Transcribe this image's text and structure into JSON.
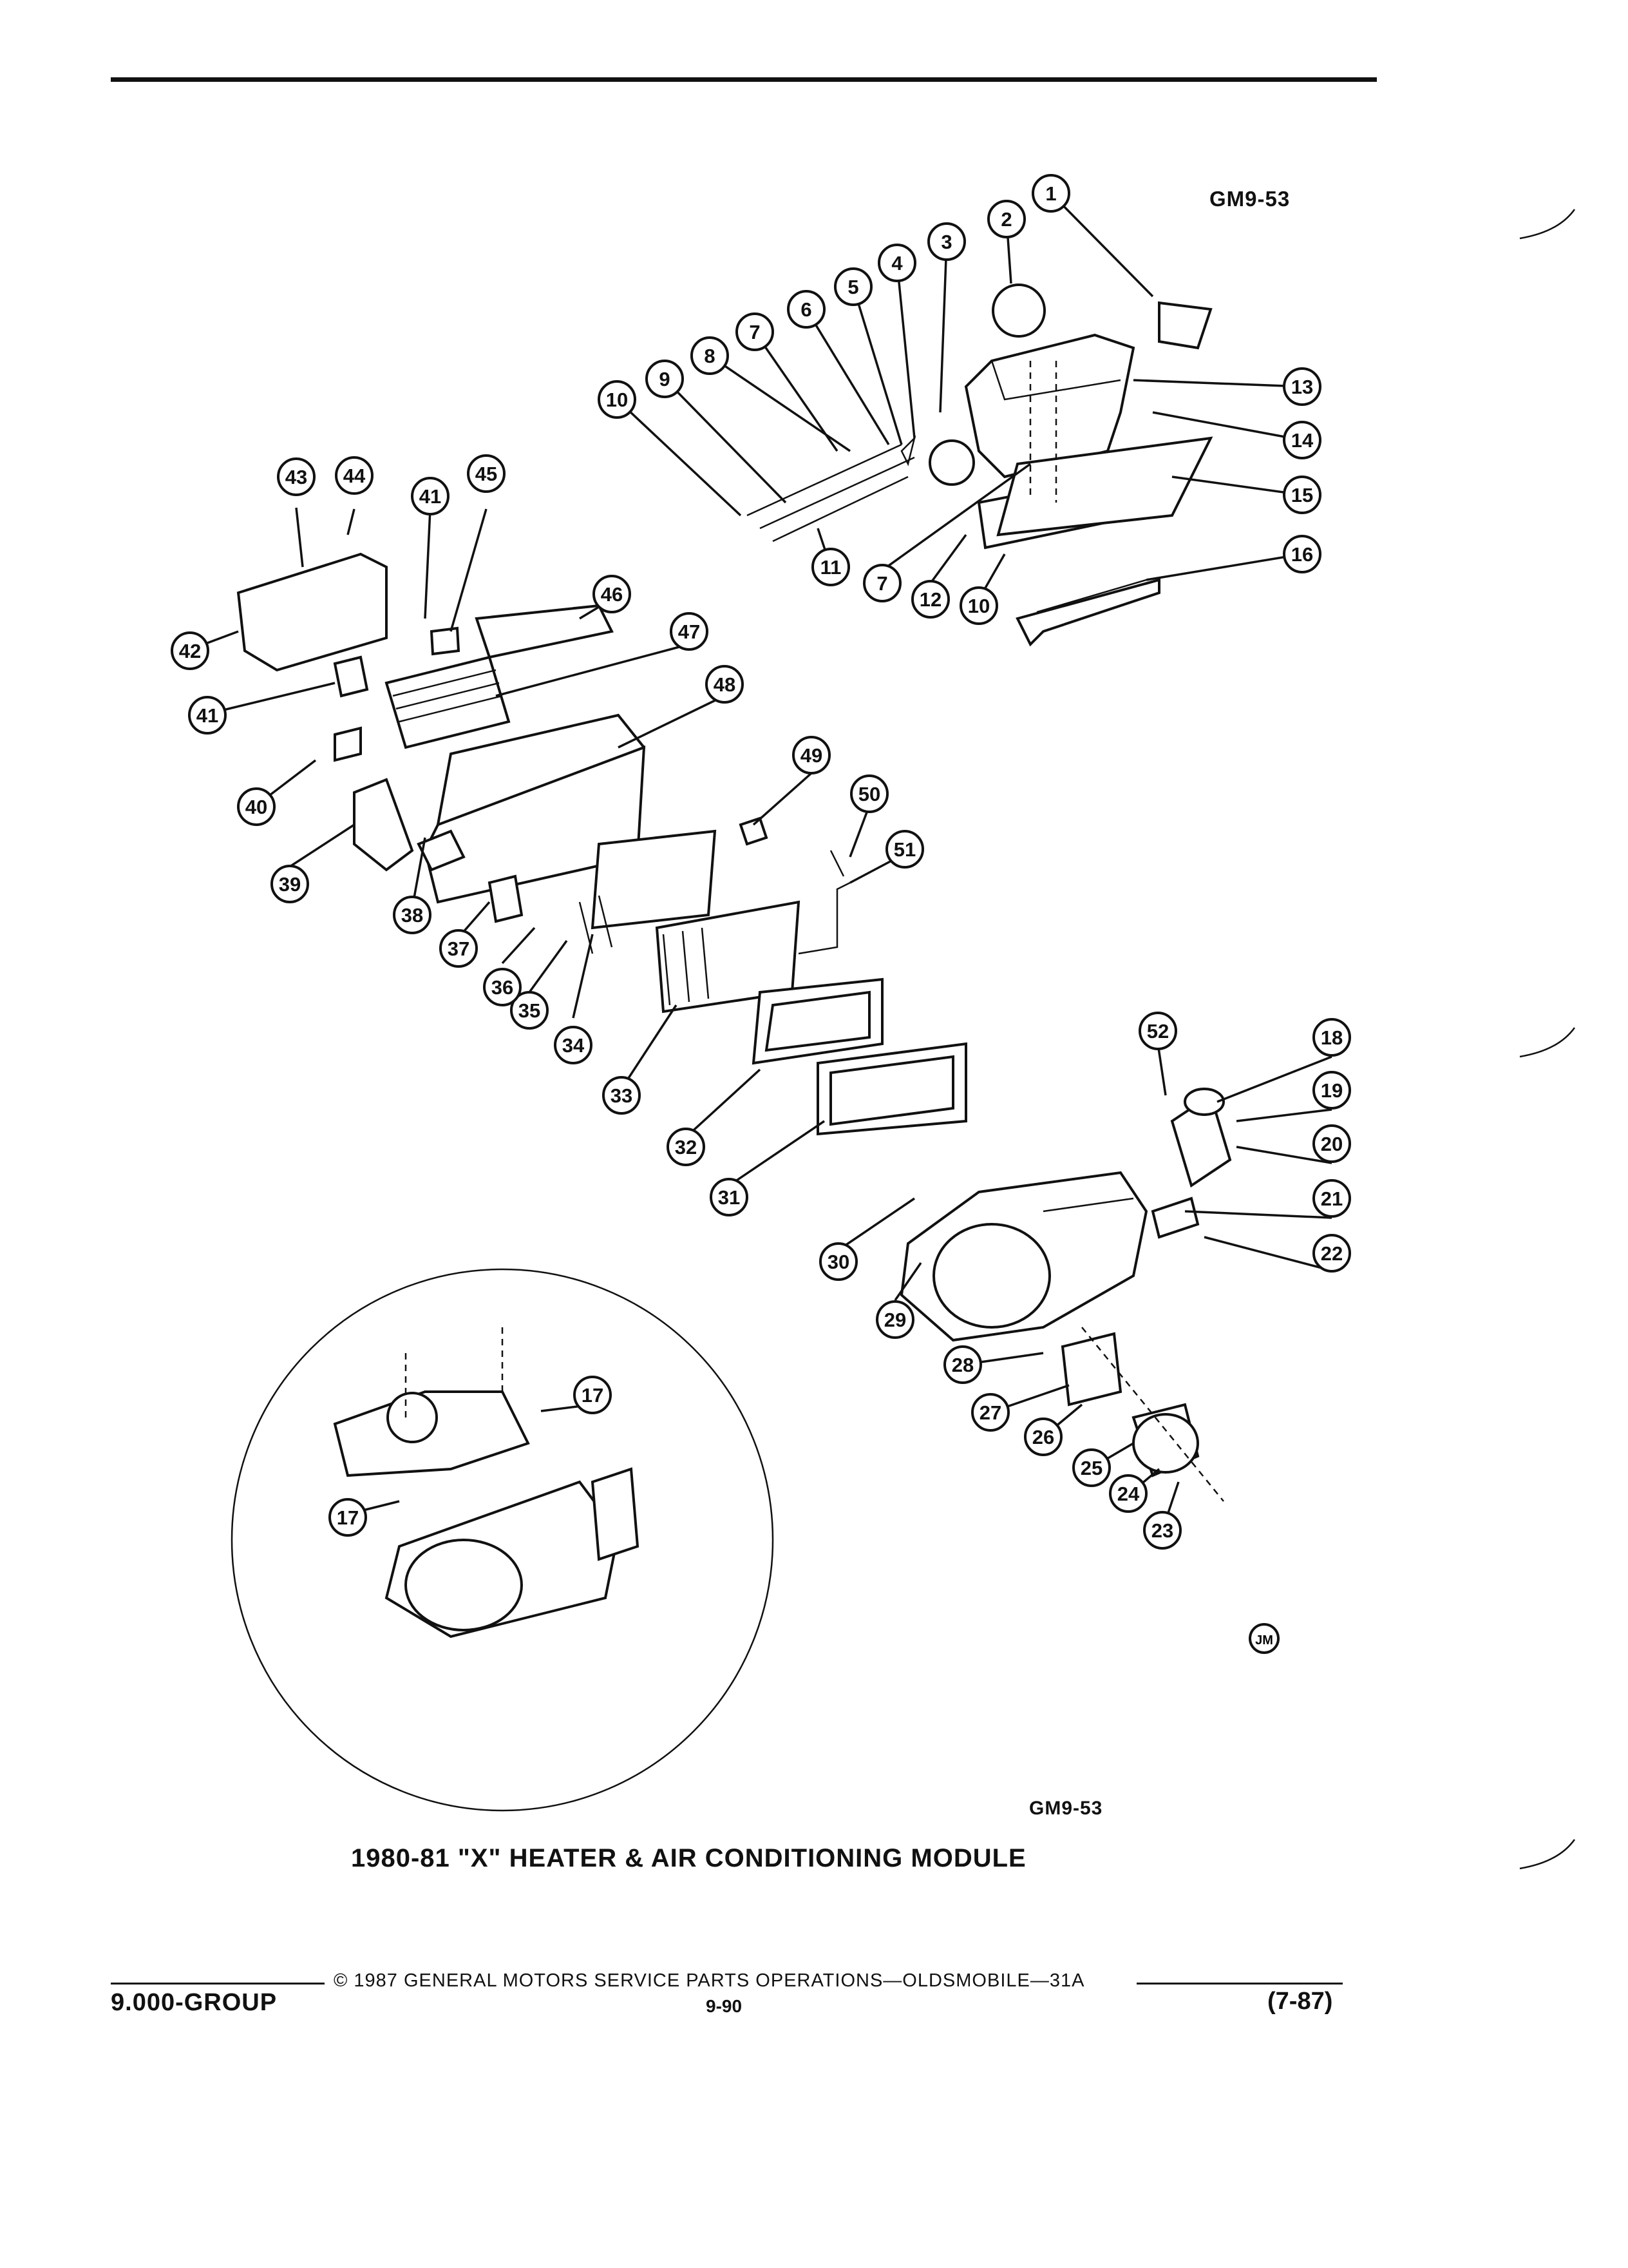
{
  "header": {
    "figure_code_top": "GM9-53"
  },
  "figure": {
    "figure_code_bottom": "GM9-53",
    "caption": "1980-81 \"X\" HEATER & AIR CONDITIONING MODULE",
    "artist_mark": "JM",
    "callouts": [
      "1",
      "2",
      "3",
      "4",
      "5",
      "6",
      "7",
      "8",
      "9",
      "10",
      "11",
      "7",
      "12",
      "10",
      "13",
      "14",
      "15",
      "16",
      "17",
      "17",
      "18",
      "19",
      "20",
      "21",
      "22",
      "23",
      "24",
      "25",
      "26",
      "27",
      "28",
      "29",
      "30",
      "31",
      "32",
      "33",
      "34",
      "35",
      "36",
      "37",
      "38",
      "39",
      "40",
      "41",
      "41",
      "42",
      "43",
      "44",
      "45",
      "46",
      "47",
      "48",
      "49",
      "50",
      "51",
      "52"
    ]
  },
  "footer": {
    "copyright": "© 1987 GENERAL MOTORS SERVICE PARTS OPERATIONS—OLDSMOBILE—31A",
    "group": "9.000-GROUP",
    "page": "9-90",
    "revision": "(7-87)"
  }
}
